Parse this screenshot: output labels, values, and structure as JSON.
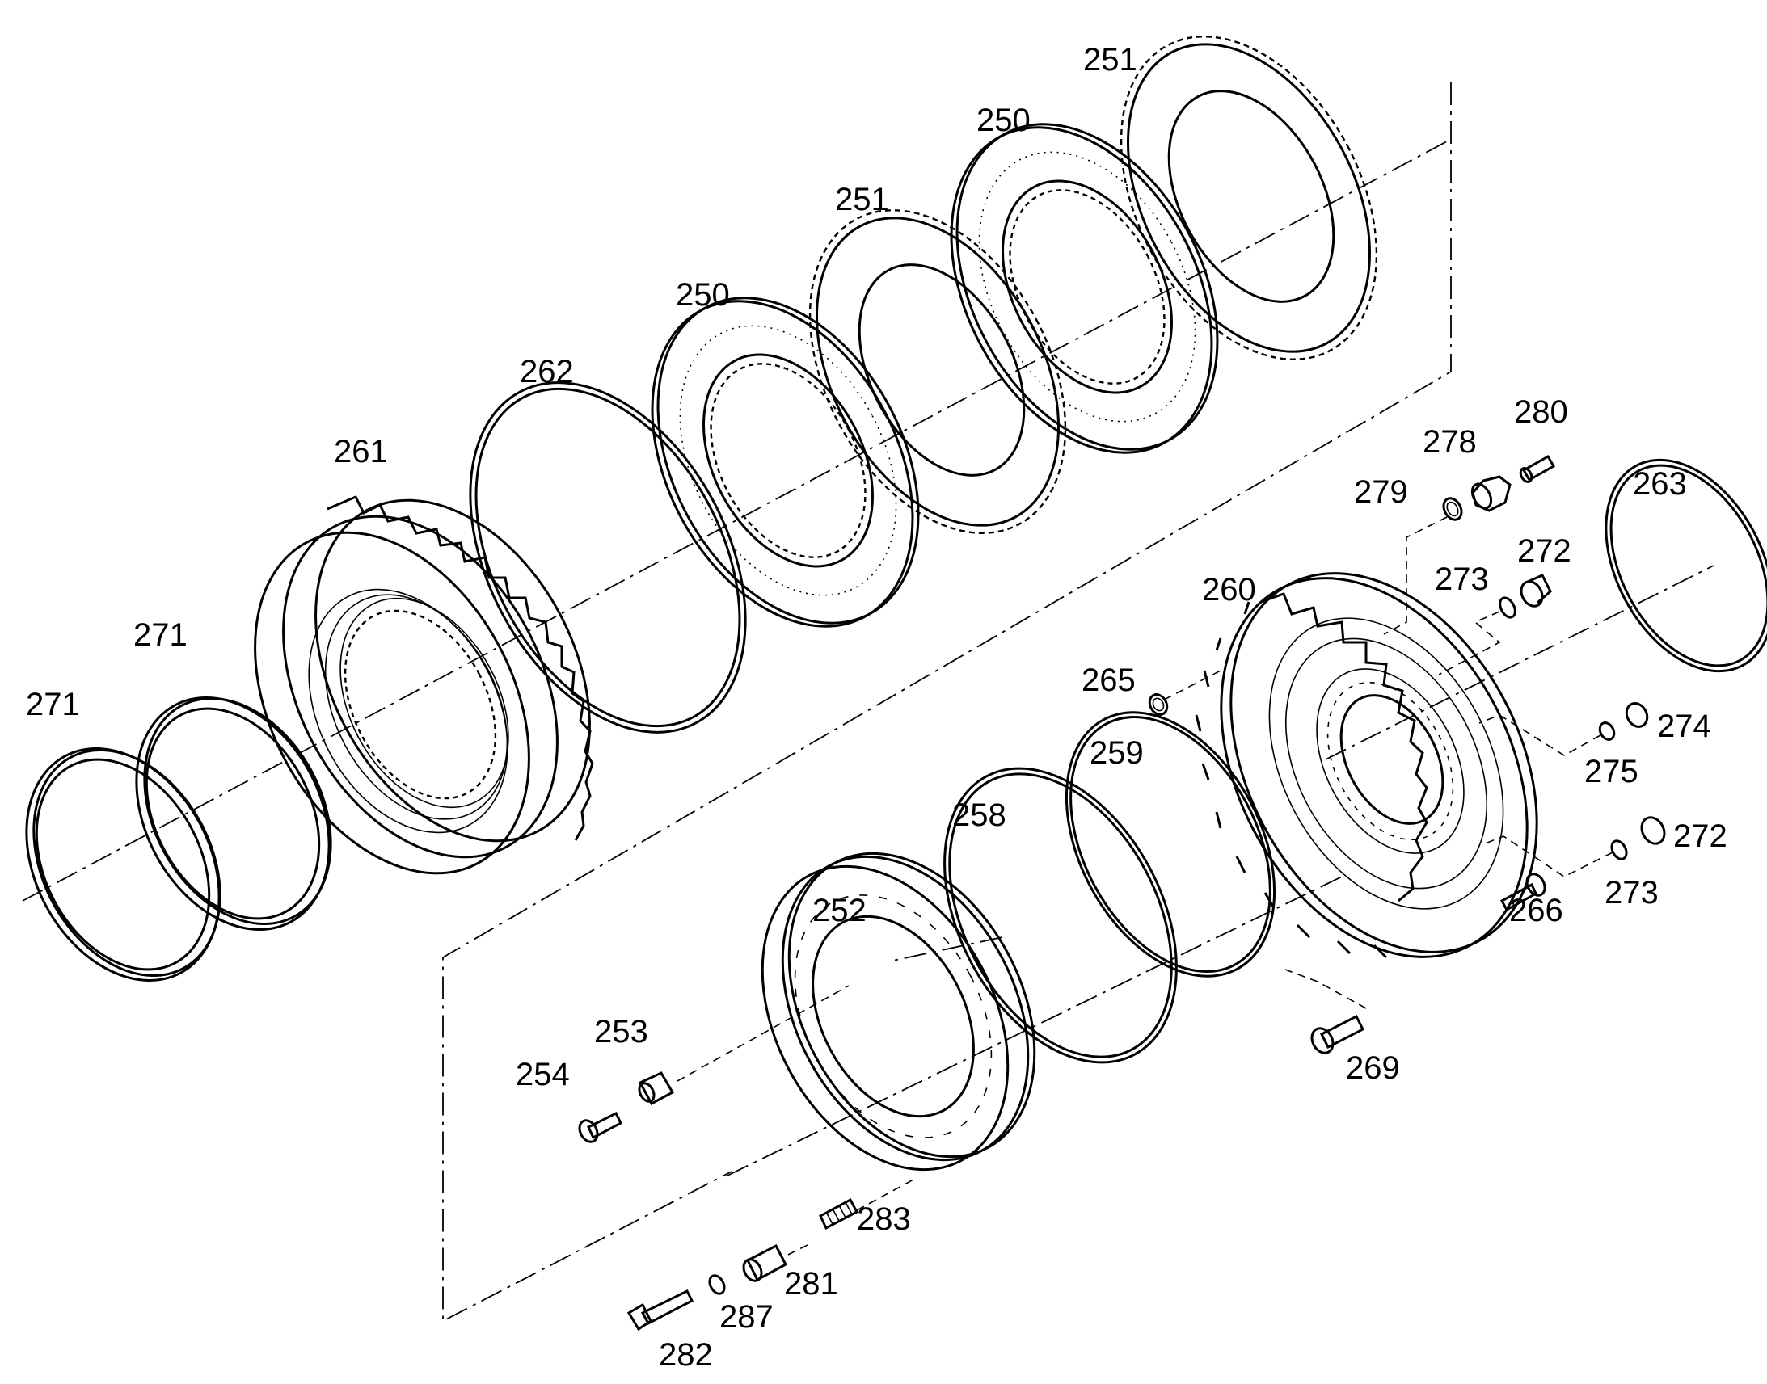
{
  "labels": {
    "p251_top": "251",
    "p250_top": "250",
    "p251_mid": "251",
    "p250_mid": "250",
    "p262": "262",
    "p261": "261",
    "p271_a": "271",
    "p271_b": "271",
    "p278": "278",
    "p280": "280",
    "p279": "279",
    "p263": "263",
    "p273_top": "273",
    "p272_top": "272",
    "p260": "260",
    "p265": "265",
    "p259": "259",
    "p258": "258",
    "p274": "274",
    "p275": "275",
    "p272_bot": "272",
    "p273_bot": "273",
    "p266": "266",
    "p252": "252",
    "p253": "253",
    "p254": "254",
    "p269": "269",
    "p283": "283",
    "p281": "281",
    "p287": "287",
    "p282": "282"
  }
}
